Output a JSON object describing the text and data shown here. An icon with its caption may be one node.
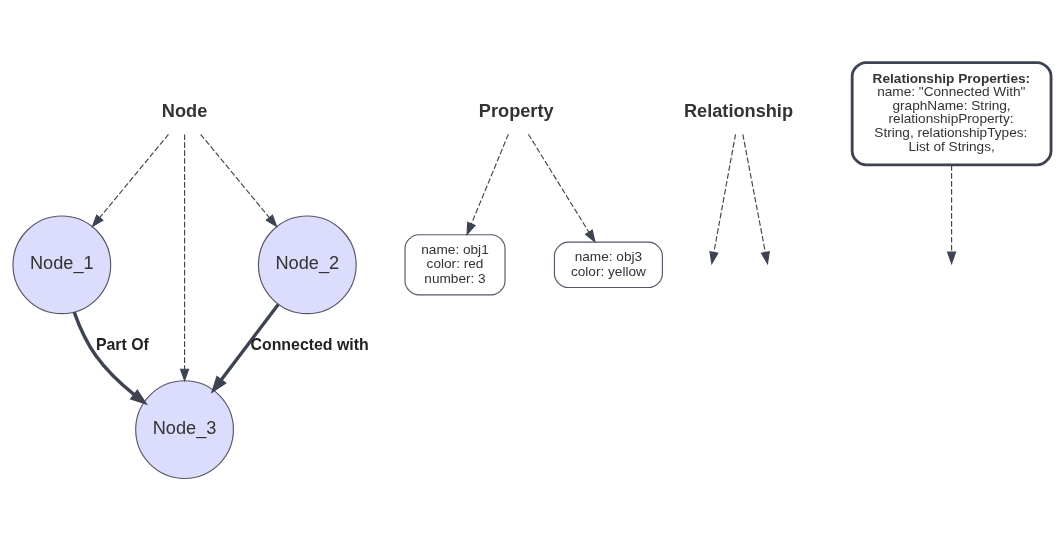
{
  "diagram": {
    "nodes": [
      {
        "text": [
          "Node"
        ]
      },
      {
        "text": [
          "Node_1"
        ]
      },
      {
        "text": [
          "Node_3"
        ]
      },
      {
        "text": [
          "Node_2"
        ]
      },
      {
        "text": [
          "name: obj1 color: red number: 3"
        ]
      },
      {
        "text": [
          "name: obj3 color: yellow"
        ]
      },
      {
        "text": [
          "Relationship"
        ]
      },
      {
        "text": [
          "Property"
        ]
      },
      {
        "text": [
          "Relationship Properties:",
          "name: \"Connected With\" graphName: String, relationshipProperty: String, relationshipTypes: List of Strings,"
        ]
      }
    ],
    "edges": [
      {
        "from": 0,
        "to": 1,
        "arrow": "to",
        "style": "dashed"
      },
      {
        "from": 0,
        "to": 2,
        "arrow": "to",
        "style": "dashed"
      },
      {
        "from": 0,
        "to": 3,
        "arrow": "to",
        "style": "dashed"
      },
      {
        "from": 1,
        "to": 2,
        "arrow": "to",
        "style": "thick",
        "label": "Part Of"
      },
      {
        "from": 3,
        "to": 2,
        "arrow": "to",
        "style": "thick",
        "label": "Connected with"
      },
      {
        "from": 6,
        "to": null,
        "arrow": "to",
        "style": "dashed"
      },
      {
        "from": 6,
        "to": null,
        "arrow": "to",
        "style": "dashed"
      },
      {
        "from": 8,
        "to": null,
        "arrow": "to",
        "style": "dashed"
      },
      {
        "from": 7,
        "to": 4,
        "arrow": "to",
        "style": "dashed"
      },
      {
        "from": 7,
        "to": 5,
        "arrow": "to",
        "style": "dashed"
      }
    ]
  }
}
